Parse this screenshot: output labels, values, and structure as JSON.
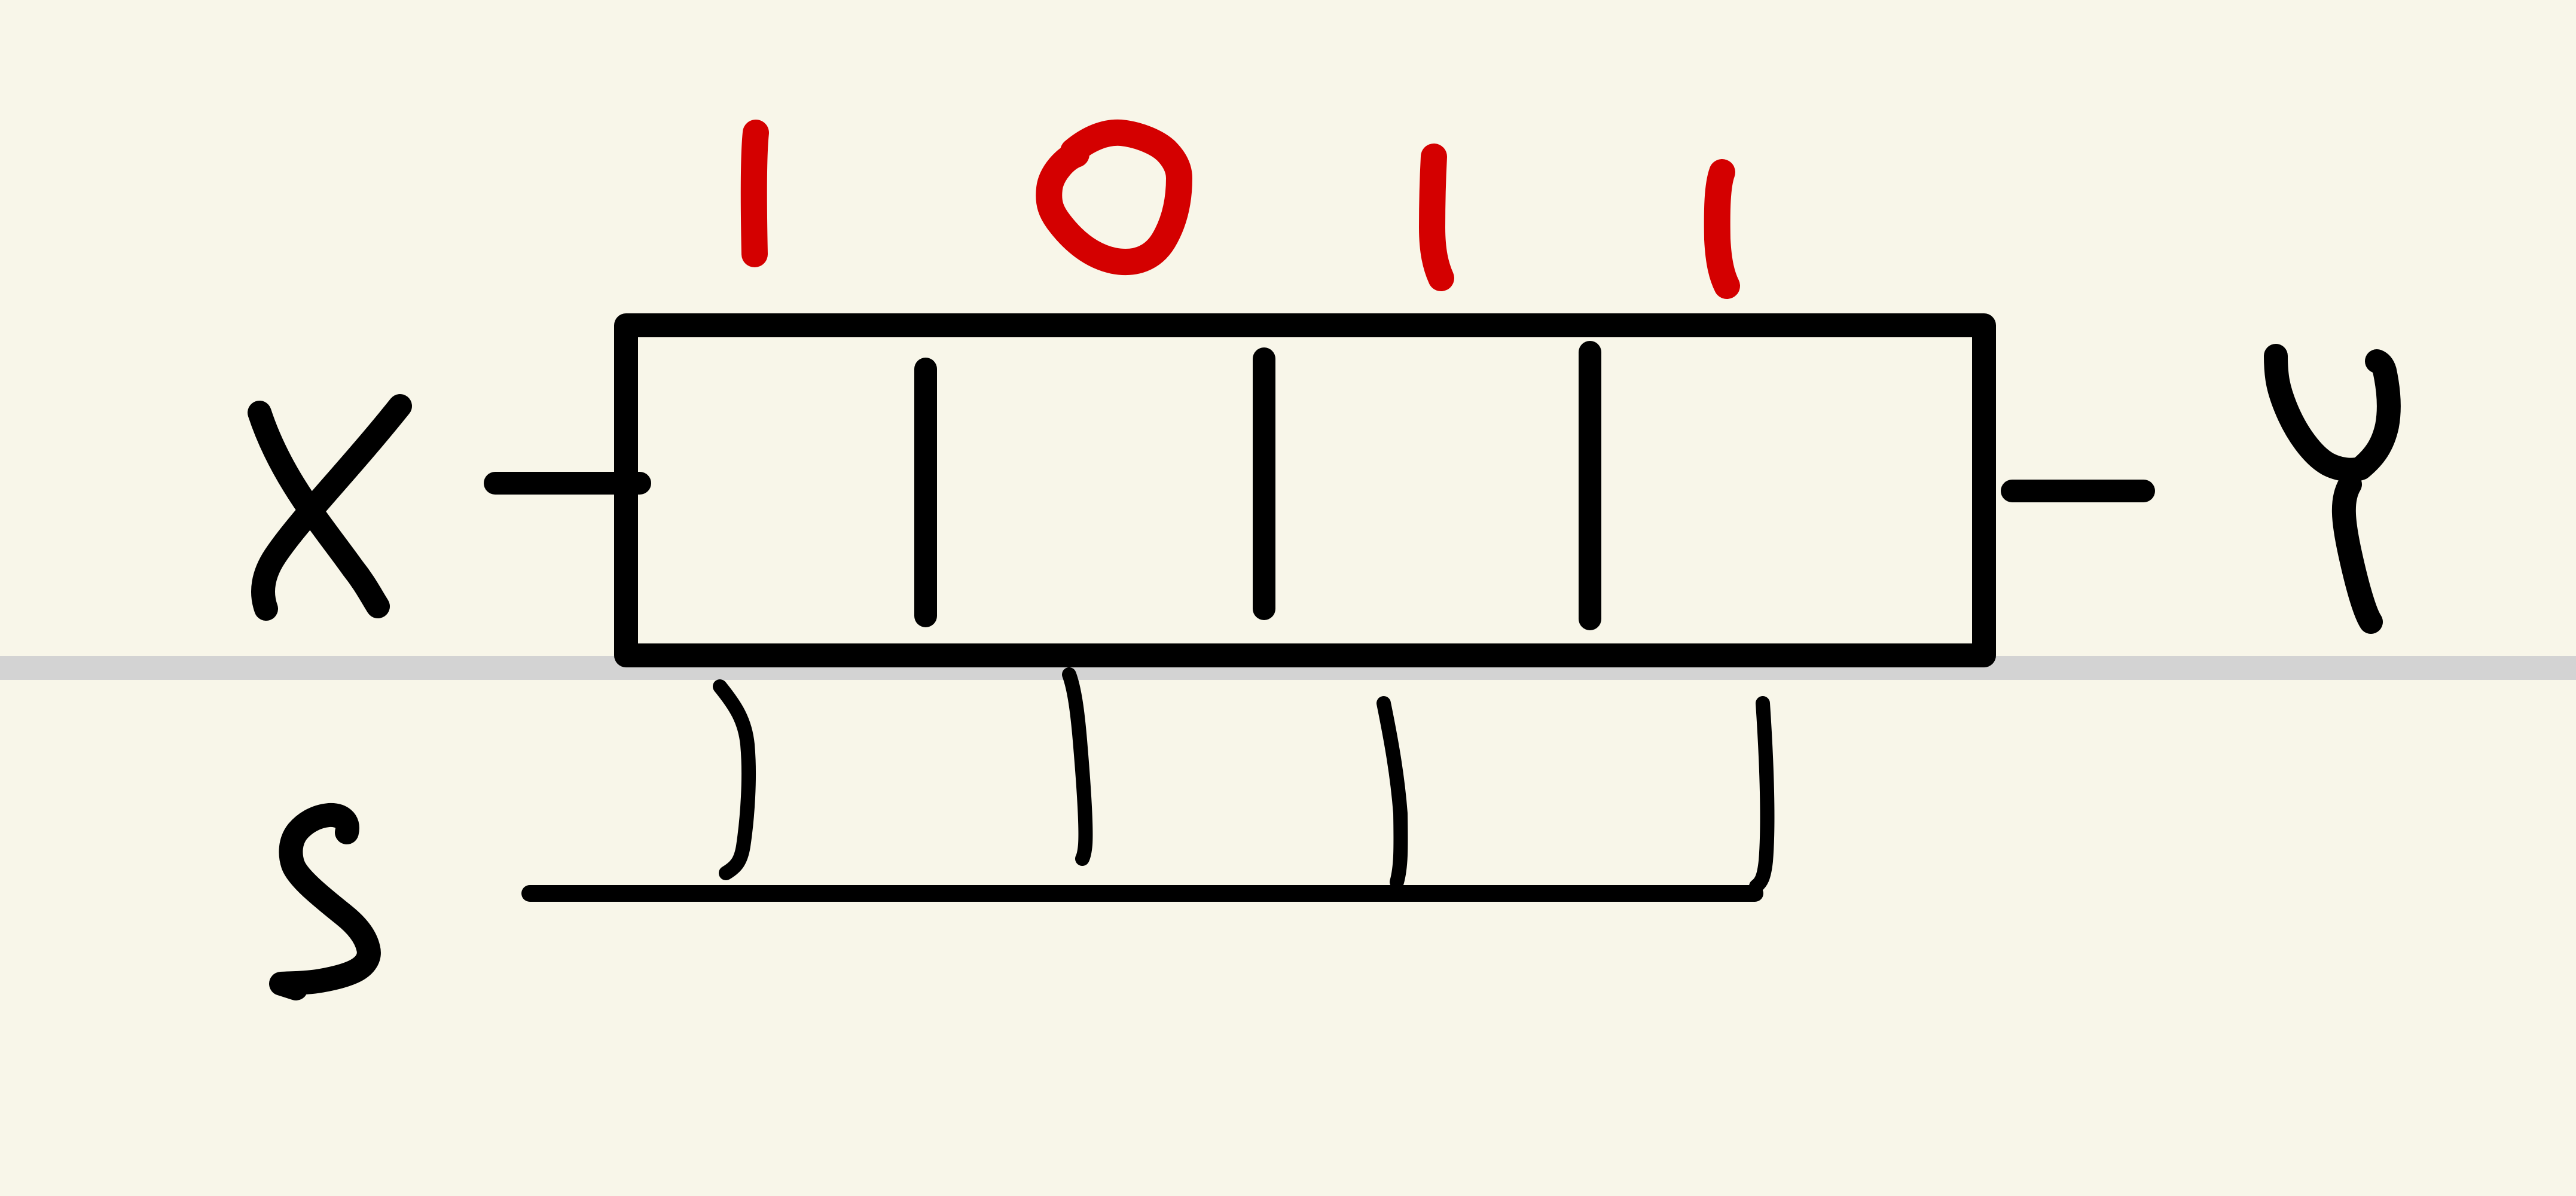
{
  "colors": {
    "background": "#f8f6e9",
    "ink": "#000000",
    "highlight": "#d40000",
    "rule": "#d3d3d3"
  },
  "labels": {
    "input": "x",
    "output": "y",
    "clock": "s"
  },
  "register": {
    "cell_count": 4,
    "bits": [
      "1",
      "0",
      "1",
      "1"
    ]
  }
}
